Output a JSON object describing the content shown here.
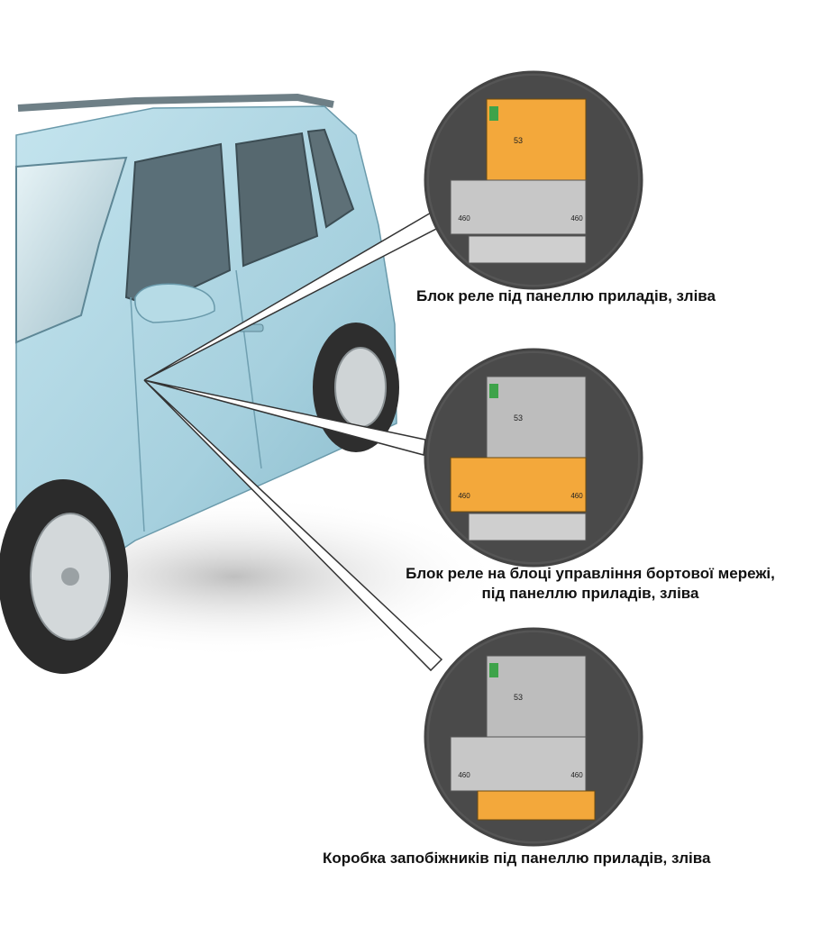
{
  "callouts": [
    {
      "id": "relay-panel",
      "label": "Блок реле під панеллю приладів, зліва",
      "highlight": "top",
      "badges": {
        "relay": "53",
        "left": "460",
        "right": "460"
      }
    },
    {
      "id": "relay-onboard",
      "label_line1": "Блок реле на блоці управління бортової мережі,",
      "label_line2": "під панеллю приладів, зліва",
      "highlight": "middle",
      "badges": {
        "relay": "53",
        "left": "460",
        "right": "460"
      }
    },
    {
      "id": "fuse-box",
      "label": "Коробка запобіжників під панеллю приладів, зліва",
      "highlight": "bottom",
      "badges": {
        "relay": "53",
        "left": "460",
        "right": "460"
      }
    }
  ],
  "colors": {
    "highlight": "#f3a83b",
    "car_body": "#a9d3e0",
    "car_dark": "#7fb3c6"
  }
}
